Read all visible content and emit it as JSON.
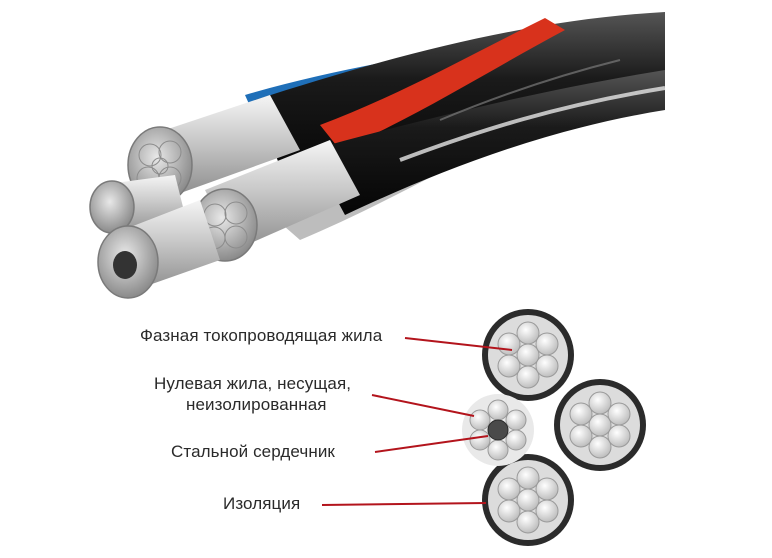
{
  "labels": {
    "phase_conductor": "Фазная токопроводящая жила",
    "neutral_line1": "Нулевая жила, несущая,",
    "neutral_line2": "неизолированная",
    "steel_core": "Стальной сердечник",
    "insulation": "Изоляция"
  },
  "colors": {
    "leader_line": "#b3141c",
    "insulation": "#2b2b2b",
    "strand": "#d8d8d8",
    "steel_core": "#4a4a4a",
    "stripe_blue": "#1f6fb8",
    "stripe_red": "#d8321c",
    "stripe_green": "#2fa84a",
    "stripe_gray": "#cfcfcf"
  }
}
